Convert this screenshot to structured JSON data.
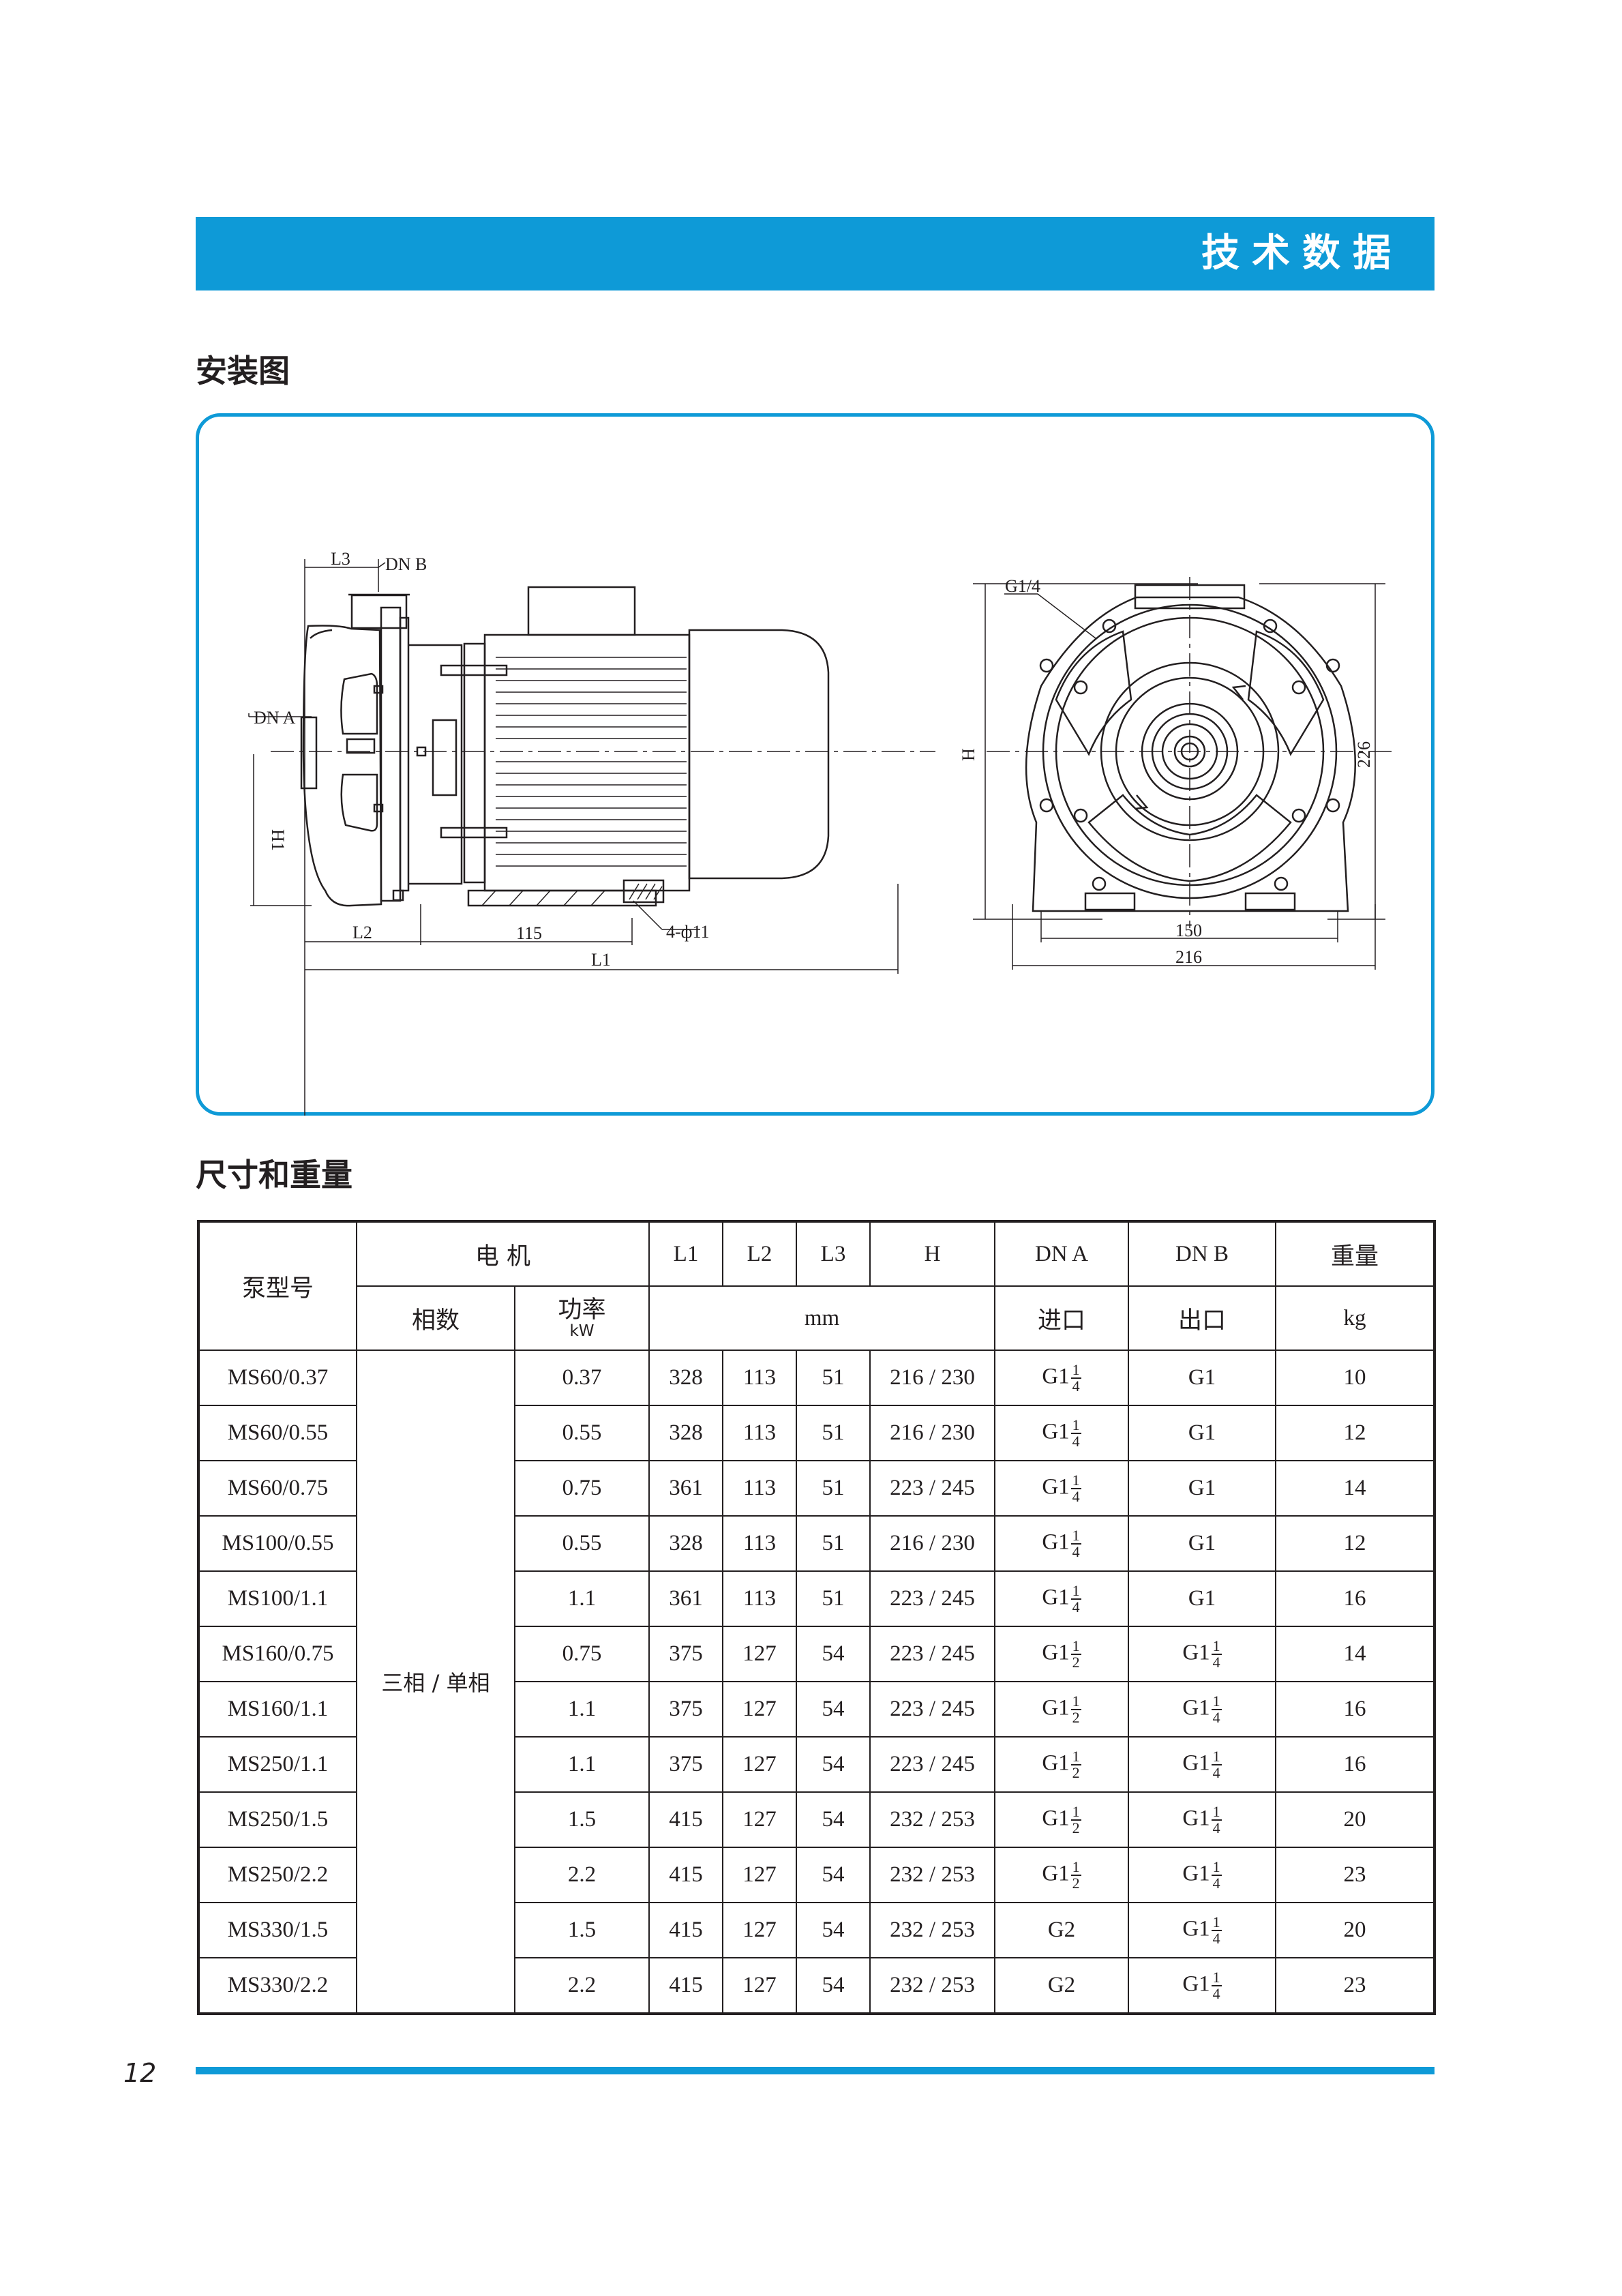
{
  "header": {
    "title": "技术数据"
  },
  "sections": {
    "install": "安装图",
    "dims": "尺寸和重量"
  },
  "drawing": {
    "labels": {
      "l3": "L3",
      "dn_b": "DN B",
      "dn_a": "DN A",
      "h1": "H1",
      "l2": "L2",
      "d115": "115",
      "holes": "4-ф11",
      "l1": "L1",
      "g14": "G1/4",
      "h": "H",
      "d226": "226",
      "d150": "150",
      "d216": "216"
    }
  },
  "table": {
    "headers": {
      "model": "泵型号",
      "motor": "电 机",
      "l1": "L1",
      "l2": "L2",
      "l3": "L3",
      "h": "H",
      "dn_a": "DN A",
      "dn_b": "DN B",
      "weight": "重量",
      "phase": "相数",
      "power": "功率",
      "power_unit": "kW",
      "mm": "mm",
      "inlet": "进口",
      "outlet": "出口",
      "kg": "kg"
    },
    "phase_value": "三相 / 单相",
    "rows": [
      {
        "model": "MS60/0.37",
        "power": "0.37",
        "l1": "328",
        "l2": "113",
        "l3": "51",
        "h": "216 / 230",
        "dna": "G1",
        "dna_frac": "1/4",
        "dnb": "G1",
        "dnb_frac": "",
        "kg": "10"
      },
      {
        "model": "MS60/0.55",
        "power": "0.55",
        "l1": "328",
        "l2": "113",
        "l3": "51",
        "h": "216 / 230",
        "dna": "G1",
        "dna_frac": "1/4",
        "dnb": "G1",
        "dnb_frac": "",
        "kg": "12"
      },
      {
        "model": "MS60/0.75",
        "power": "0.75",
        "l1": "361",
        "l2": "113",
        "l3": "51",
        "h": "223 / 245",
        "dna": "G1",
        "dna_frac": "1/4",
        "dnb": "G1",
        "dnb_frac": "",
        "kg": "14"
      },
      {
        "model": "MS100/0.55",
        "power": "0.55",
        "l1": "328",
        "l2": "113",
        "l3": "51",
        "h": "216 / 230",
        "dna": "G1",
        "dna_frac": "1/4",
        "dnb": "G1",
        "dnb_frac": "",
        "kg": "12"
      },
      {
        "model": "MS100/1.1",
        "power": "1.1",
        "l1": "361",
        "l2": "113",
        "l3": "51",
        "h": "223 / 245",
        "dna": "G1",
        "dna_frac": "1/4",
        "dnb": "G1",
        "dnb_frac": "",
        "kg": "16"
      },
      {
        "model": "MS160/0.75",
        "power": "0.75",
        "l1": "375",
        "l2": "127",
        "l3": "54",
        "h": "223 / 245",
        "dna": "G1",
        "dna_frac": "1/2",
        "dnb": "G1",
        "dnb_frac": "1/4",
        "kg": "14"
      },
      {
        "model": "MS160/1.1",
        "power": "1.1",
        "l1": "375",
        "l2": "127",
        "l3": "54",
        "h": "223 / 245",
        "dna": "G1",
        "dna_frac": "1/2",
        "dnb": "G1",
        "dnb_frac": "1/4",
        "kg": "16"
      },
      {
        "model": "MS250/1.1",
        "power": "1.1",
        "l1": "375",
        "l2": "127",
        "l3": "54",
        "h": "223 / 245",
        "dna": "G1",
        "dna_frac": "1/2",
        "dnb": "G1",
        "dnb_frac": "1/4",
        "kg": "16"
      },
      {
        "model": "MS250/1.5",
        "power": "1.5",
        "l1": "415",
        "l2": "127",
        "l3": "54",
        "h": "232 / 253",
        "dna": "G1",
        "dna_frac": "1/2",
        "dnb": "G1",
        "dnb_frac": "1/4",
        "kg": "20"
      },
      {
        "model": "MS250/2.2",
        "power": "2.2",
        "l1": "415",
        "l2": "127",
        "l3": "54",
        "h": "232 / 253",
        "dna": "G1",
        "dna_frac": "1/2",
        "dnb": "G1",
        "dnb_frac": "1/4",
        "kg": "23"
      },
      {
        "model": "MS330/1.5",
        "power": "1.5",
        "l1": "415",
        "l2": "127",
        "l3": "54",
        "h": "232 / 253",
        "dna": "G2",
        "dna_frac": "",
        "dnb": "G1",
        "dnb_frac": "1/4",
        "kg": "20"
      },
      {
        "model": "MS330/2.2",
        "power": "2.2",
        "l1": "415",
        "l2": "127",
        "l3": "54",
        "h": "232 / 253",
        "dna": "G2",
        "dna_frac": "",
        "dnb": "G1",
        "dnb_frac": "1/4",
        "kg": "23"
      }
    ]
  },
  "footer": {
    "page_number": "12"
  },
  "colors": {
    "accent": "#0e9ad7",
    "text": "#231f20"
  }
}
